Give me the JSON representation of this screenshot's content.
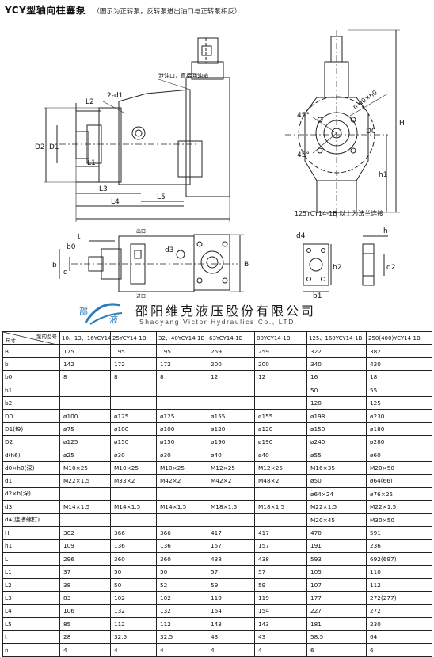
{
  "title": "YCY型轴向柱塞泵",
  "subtitle": "（图示为正转泵，反转泵进出油口与正转泵相反）",
  "drawing": {
    "labels": {
      "L2": "L2",
      "d1_2": "2-d1",
      "D2": "D2",
      "D1": "D1",
      "L1": "L1",
      "L3": "L3",
      "L4": "L4",
      "L5": "L5",
      "note_port": "泄油口，直接回油箱",
      "angle1": "45°",
      "angle2": "45°",
      "n_d0": "n-d0×h0",
      "D0": "D0",
      "H": "H",
      "h1": "h1",
      "d3": "d3",
      "t": "t",
      "b": "b",
      "d": "d",
      "b0": "b0",
      "B": "B",
      "out_port": "出口",
      "in_port": "进口",
      "flange_note": "125YCY14-1B 以上为法兰连接",
      "d4": "d4",
      "h": "h",
      "b2": "b2",
      "d2": "d2",
      "b1": "b1"
    }
  },
  "company": {
    "logo_chars": [
      "邵",
      "液"
    ],
    "name_cn": "邵阳维克液压股份有限公司",
    "name_en": "Shaoyang Victor Hydraulics Co., LTD"
  },
  "table": {
    "corner_top": "泵的型号",
    "corner_bottom": "尺寸",
    "models": [
      "10、13、16YCY14-1B",
      "25YCY14-1B",
      "32、40YCY14-1B",
      "63YCY14-1B",
      "80YCY14-1B",
      "125、160YCY14-1B",
      "250(400)YCY14-1B"
    ],
    "rows": [
      {
        "label": "B",
        "values": [
          "175",
          "195",
          "195",
          "259",
          "259",
          "322",
          "382"
        ]
      },
      {
        "label": "b",
        "values": [
          "142",
          "172",
          "172",
          "200",
          "200",
          "340",
          "420"
        ]
      },
      {
        "label": "b0",
        "values": [
          "8",
          "8",
          "8",
          "12",
          "12",
          "16",
          "18"
        ]
      },
      {
        "label": "b1",
        "values": [
          "",
          "",
          "",
          "",
          "",
          "50",
          "55"
        ]
      },
      {
        "label": "b2",
        "values": [
          "",
          "",
          "",
          "",
          "",
          "120",
          "125"
        ]
      },
      {
        "label": "D0",
        "values": [
          "ø100",
          "ø125",
          "ø125",
          "ø155",
          "ø155",
          "ø198",
          "ø230"
        ]
      },
      {
        "label": "D1(f9)",
        "values": [
          "ø75",
          "ø100",
          "ø100",
          "ø120",
          "ø120",
          "ø150",
          "ø180"
        ]
      },
      {
        "label": "D2",
        "values": [
          "ø125",
          "ø150",
          "ø150",
          "ø190",
          "ø190",
          "ø240",
          "ø280"
        ]
      },
      {
        "label": "d(h6)",
        "values": [
          "ø25",
          "ø30",
          "ø30",
          "ø40",
          "ø40",
          "ø55",
          "ø60"
        ]
      },
      {
        "label": "d0×h0(深)",
        "values": [
          "M10×25",
          "M10×25",
          "M10×25",
          "M12×25",
          "M12×25",
          "M16×35",
          "M20×50"
        ]
      },
      {
        "label": "d1",
        "values": [
          "M22×1.5",
          "M33×2",
          "M42×2",
          "M42×2",
          "M48×2",
          "ø50",
          "ø64(66)"
        ]
      },
      {
        "label": "d2×h(深)",
        "values": [
          "",
          "",
          "",
          "",
          "",
          "ø64×24",
          "ø76×25"
        ]
      },
      {
        "label": "d3",
        "values": [
          "M14×1.5",
          "M14×1.5",
          "M14×1.5",
          "M18×1.5",
          "M18×1.5",
          "M22×1.5",
          "M22×1.5"
        ]
      },
      {
        "label": "d4(连接螺钉)",
        "values": [
          "",
          "",
          "",
          "",
          "",
          "M20×45",
          "M30×50"
        ]
      },
      {
        "label": "H",
        "values": [
          "302",
          "366",
          "366",
          "417",
          "417",
          "470",
          "591"
        ]
      },
      {
        "label": "h1",
        "values": [
          "109",
          "136",
          "136",
          "157",
          "157",
          "191",
          "236"
        ]
      },
      {
        "label": "L",
        "values": [
          "296",
          "360",
          "360",
          "438",
          "438",
          "593",
          "692(697)"
        ]
      },
      {
        "label": "L1",
        "values": [
          "37",
          "50",
          "50",
          "57",
          "57",
          "105",
          "110"
        ]
      },
      {
        "label": "L2",
        "values": [
          "38",
          "50",
          "52",
          "59",
          "59",
          "107",
          "112"
        ]
      },
      {
        "label": "L3",
        "values": [
          "83",
          "102",
          "102",
          "119",
          "119",
          "177",
          "272(277)"
        ]
      },
      {
        "label": "L4",
        "values": [
          "106",
          "132",
          "132",
          "154",
          "154",
          "227",
          "272"
        ]
      },
      {
        "label": "L5",
        "values": [
          "85",
          "112",
          "112",
          "143",
          "143",
          "181",
          "230"
        ]
      },
      {
        "label": "t",
        "values": [
          "28",
          "32.5",
          "32.5",
          "43",
          "43",
          "58.5",
          "64"
        ]
      },
      {
        "label": "n",
        "values": [
          "4",
          "4",
          "4",
          "4",
          "4",
          "6",
          "6"
        ]
      }
    ]
  }
}
